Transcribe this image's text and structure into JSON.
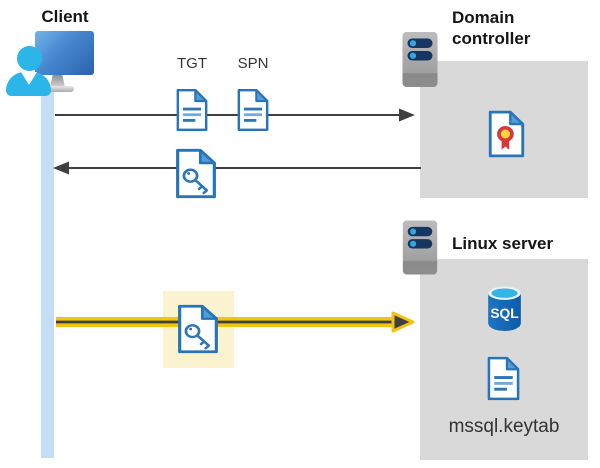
{
  "diagram": {
    "client": {
      "label": "Client"
    },
    "domain_controller": {
      "label": "Domain controller"
    },
    "linux_server": {
      "label": "Linux server"
    },
    "tickets": {
      "tgt_label": "TGT",
      "spn_label": "SPN"
    },
    "sql_database": {
      "label": "SQL"
    },
    "keytab_file": {
      "label": "mssql.keytab"
    }
  },
  "icons": {
    "client": "person-at-monitor-icon",
    "domain_controller": "server-icon",
    "linux_server": "server-icon",
    "tgt": "document-icon",
    "spn": "document-icon",
    "service_ticket": "key-document-icon",
    "highlighted_ticket": "key-document-icon",
    "certificate": "certificate-document-icon",
    "database": "sql-database-icon",
    "keytab": "document-icon"
  },
  "colors": {
    "timeline_bar": "#C6DDF8",
    "arrow_dark": "#3F3F3F",
    "arrow_gold": "#F2C40F",
    "highlight_yellow": "#FBF3CF",
    "container_gray": "#D9D9D9",
    "document_border_blue": "#2874B8",
    "document_fold_blue": "#549BD7",
    "document_line_dark": "#2E75B6",
    "document_line_light": "#74A9DC",
    "person_cyan": "#2CB5E8",
    "server_pill_navy": "#16355F",
    "server_dot_cyan": "#38A6DE",
    "sql_cylinder_blue": "#1565BA",
    "certificate_red": "#D6373C",
    "certificate_gold": "#FFD23E"
  }
}
